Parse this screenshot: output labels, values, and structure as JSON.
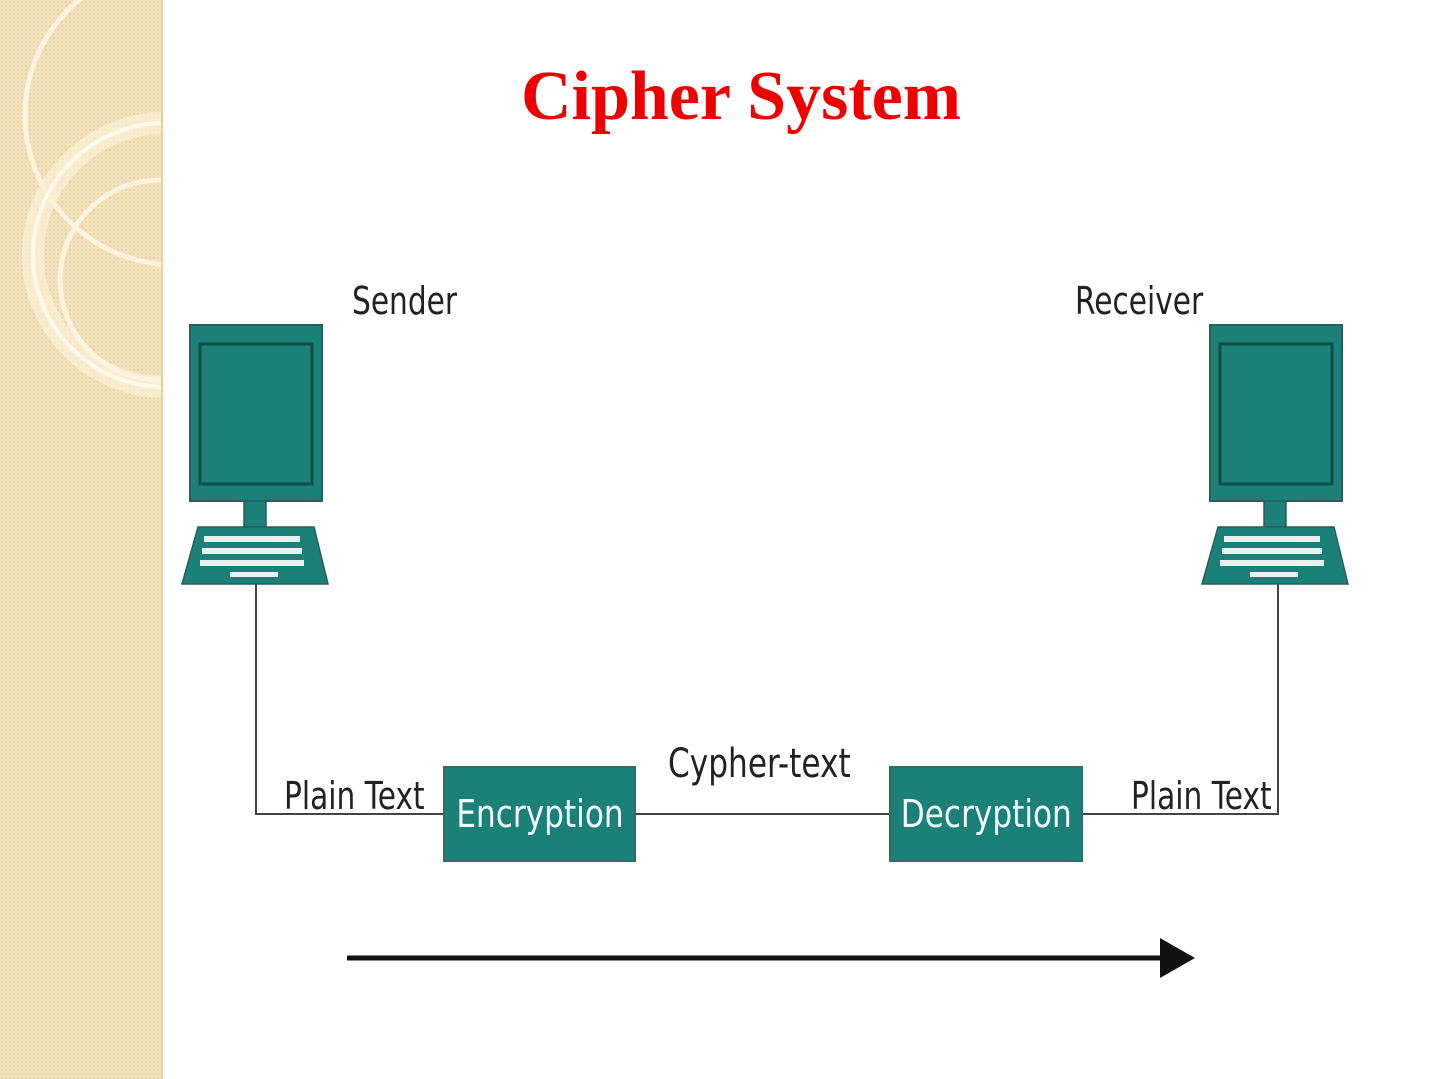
{
  "slide": {
    "title": "Cipher System",
    "accent_color": "#ee0000",
    "node_color": "#1b8078"
  },
  "diagram": {
    "sender": {
      "label": "Sender",
      "icon": "computer-icon"
    },
    "receiver": {
      "label": "Receiver",
      "icon": "computer-icon"
    },
    "left_plain_text": "Plain Text",
    "right_plain_text": "Plain Text",
    "cipher_text": "Cypher-text",
    "encryption": "Encryption",
    "decryption": "Decryption",
    "flow_direction": "left-to-right"
  }
}
